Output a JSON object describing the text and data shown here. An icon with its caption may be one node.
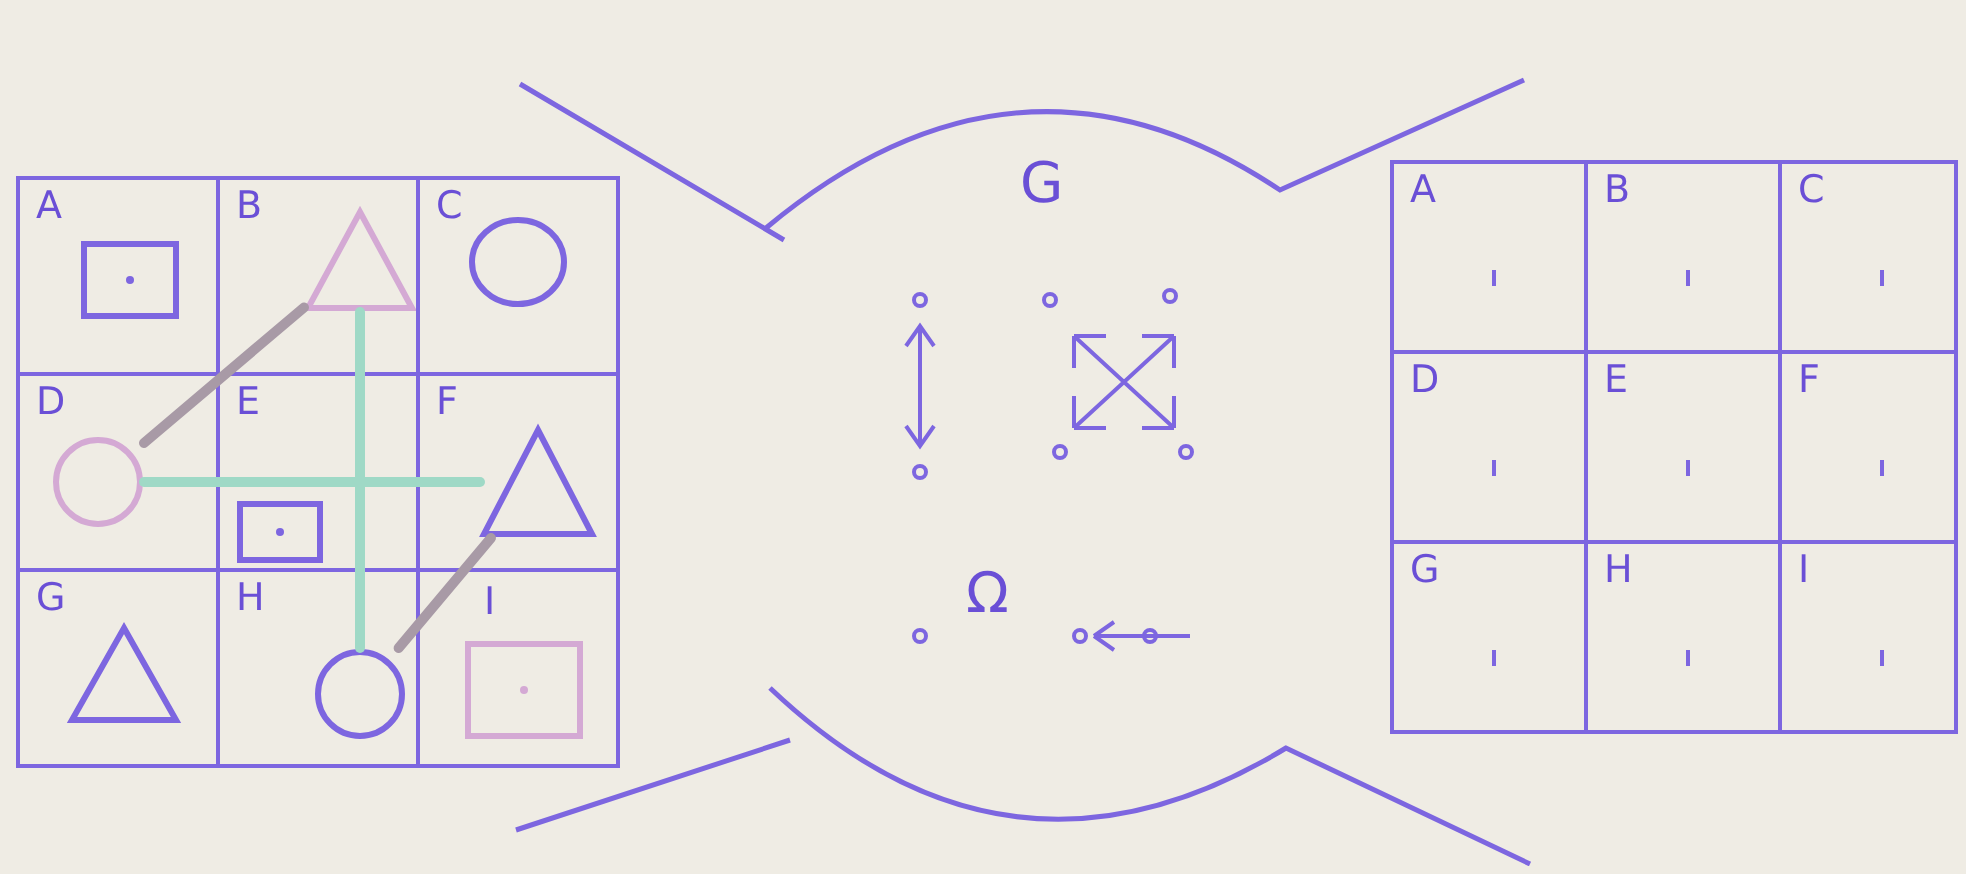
{
  "diagram": {
    "nodes": [
      {
        "text": [
          "A"
        ]
      },
      {
        "text": [
          "B"
        ]
      },
      {
        "text": [
          "C"
        ]
      },
      {
        "text": [
          "D"
        ]
      },
      {
        "text": [
          "E"
        ]
      },
      {
        "text": [
          "F"
        ]
      },
      {
        "text": [
          "G"
        ]
      },
      {
        "text": [
          "H"
        ]
      },
      {
        "text": [
          "I"
        ]
      },
      {
        "text": [],
        "shape": "box",
        "in": 0
      },
      {
        "text": [],
        "shape": "triangle",
        "in": 1
      },
      {
        "text": [],
        "shape": "circle",
        "in": 2
      },
      {
        "text": [],
        "shape": "circle",
        "in": 3
      },
      {
        "text": [],
        "shape": "box",
        "in": 4
      },
      {
        "text": [],
        "shape": "triangle",
        "in": 5
      },
      {
        "text": [],
        "shape": "triangle",
        "in": 6
      },
      {
        "text": [],
        "shape": "circle",
        "in": 7
      },
      {
        "text": [],
        "shape": "box",
        "in": 8
      },
      {
        "text": [
          "G",
          "Ω"
        ]
      },
      {
        "text": [
          "A"
        ]
      },
      {
        "text": [
          "B"
        ]
      },
      {
        "text": [
          "C"
        ]
      },
      {
        "text": [
          "D"
        ]
      },
      {
        "text": [
          "E"
        ]
      },
      {
        "text": [
          "F"
        ]
      },
      {
        "text": [
          "G"
        ]
      },
      {
        "text": [
          "H"
        ]
      },
      {
        "text": [
          "I"
        ]
      }
    ],
    "edges": [
      {
        "from": 12,
        "to": 10,
        "arrow": "none",
        "color": "#a89aa6"
      },
      {
        "from": 16,
        "to": 14,
        "arrow": "none",
        "color": "#a89aa6"
      },
      {
        "from": 12,
        "to": 14,
        "arrow": "none",
        "color": "#9fd9c6"
      },
      {
        "from": 10,
        "to": 16,
        "arrow": "none",
        "color": "#9fd9c6"
      }
    ]
  }
}
